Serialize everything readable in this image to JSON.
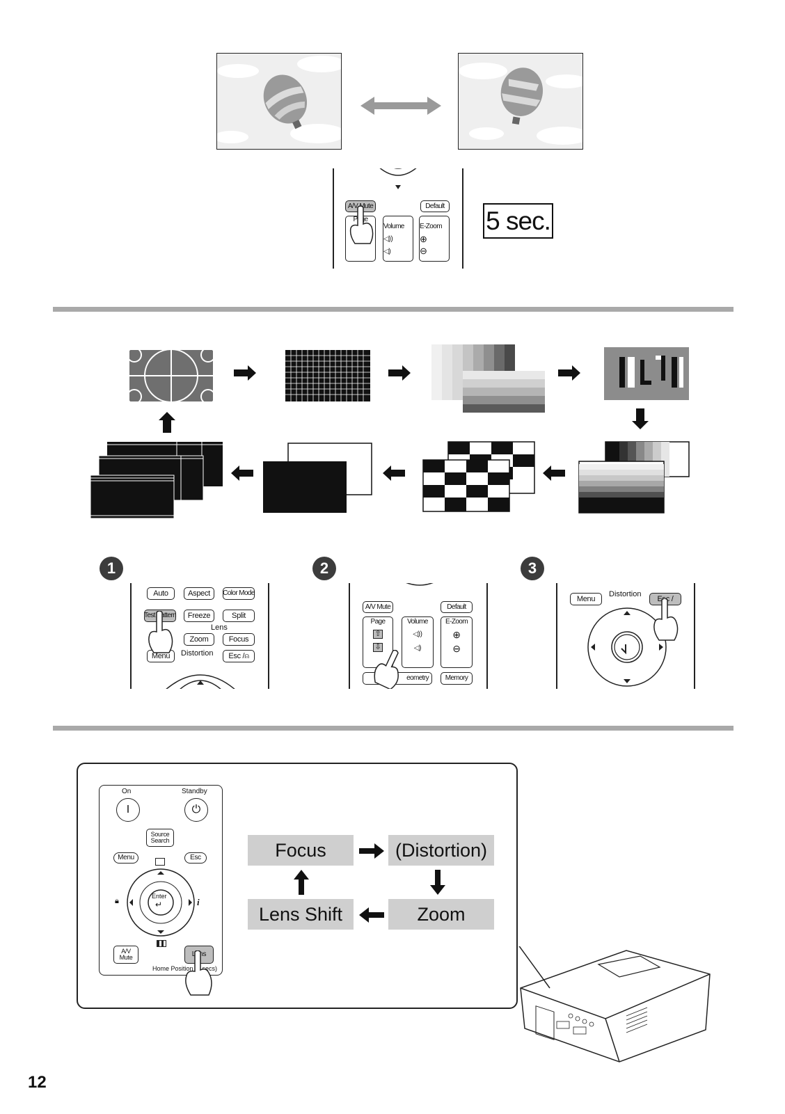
{
  "section1": {
    "timer_label": "5 sec.",
    "remote": {
      "av_mute": "A/V Mute",
      "default": "Default",
      "page": "Page",
      "volume": "Volume",
      "ezoom": "E-Zoom"
    }
  },
  "section2": {
    "step_badges": [
      "1",
      "2",
      "3"
    ],
    "remote1": {
      "auto": "Auto",
      "aspect": "Aspect",
      "color_mode": "Color Mode",
      "test_pattern": "Test Pattern",
      "freeze": "Freeze",
      "split": "Split",
      "lens": "Lens",
      "zoom": "Zoom",
      "focus": "Focus",
      "menu": "Menu",
      "distortion": "Distortion",
      "esc": "Esc /"
    },
    "remote2": {
      "av_mute": "A/V Mute",
      "default": "Default",
      "page": "Page",
      "volume": "Volume",
      "ezoom": "E-Zoom",
      "geometry": "eometry",
      "memory": "Memory"
    },
    "remote3": {
      "menu": "Menu",
      "distortion": "Distortion",
      "esc": "Esc /"
    }
  },
  "section3": {
    "remote": {
      "on": "On",
      "standby": "Standby",
      "source_search": "Source Search",
      "menu": "Menu",
      "esc": "Esc",
      "enter": "Enter",
      "av_mute": "A/V Mute",
      "lens": "Lens",
      "home_position": "Home Position (3 secs)"
    },
    "steps": {
      "focus": "Focus",
      "distortion": "(Distortion)",
      "lens_shift": "Lens Shift",
      "zoom": "Zoom"
    }
  },
  "page_number": "12",
  "colors": {
    "rule": "#a9a9a9",
    "highlight": "#bdbdbd",
    "step_box": "#cfcfcf",
    "badge": "#3c3c3c"
  }
}
